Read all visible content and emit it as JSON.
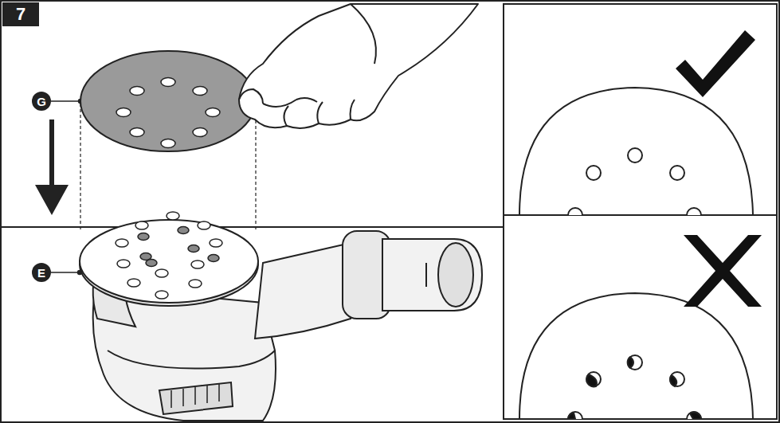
{
  "diagram": {
    "labels": [
      "7",
      "G",
      "E"
    ]
  }
}
